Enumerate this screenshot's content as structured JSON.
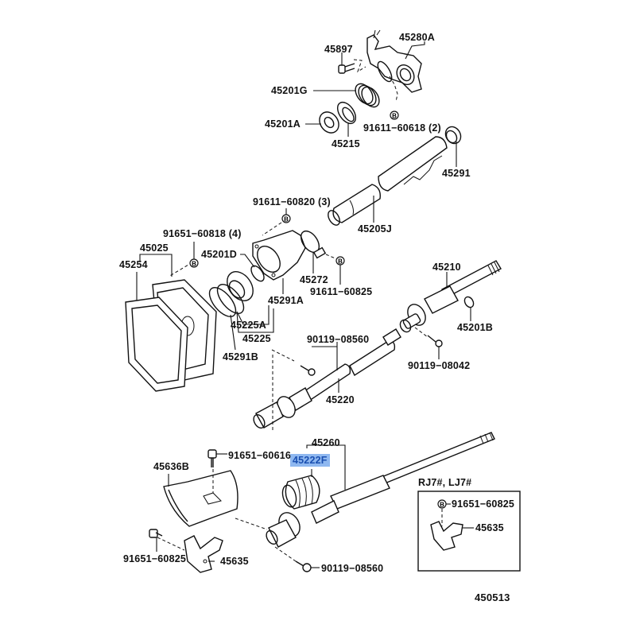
{
  "diagram": {
    "title_code": "450513",
    "highlight_color": "#8fb8f0",
    "labels": [
      {
        "id": "45280A",
        "text": "45280A"
      },
      {
        "id": "45897",
        "text": "45897"
      },
      {
        "id": "45201G",
        "text": "45201G"
      },
      {
        "id": "45201A",
        "text": "45201A"
      },
      {
        "id": "45215",
        "text": "45215"
      },
      {
        "id": "91611-60618",
        "text": "91611−60618 (2)"
      },
      {
        "id": "45291",
        "text": "45291"
      },
      {
        "id": "91611-60820",
        "text": "91611−60820 (3)"
      },
      {
        "id": "45205J",
        "text": "45205J"
      },
      {
        "id": "91651-60818",
        "text": "91651−60818 (4)"
      },
      {
        "id": "45025",
        "text": "45025"
      },
      {
        "id": "45254",
        "text": "45254"
      },
      {
        "id": "45201D",
        "text": "45201D"
      },
      {
        "id": "45272",
        "text": "45272"
      },
      {
        "id": "91611-60825",
        "text": "91611−60825"
      },
      {
        "id": "45291A",
        "text": "45291A"
      },
      {
        "id": "45225A",
        "text": "45225A"
      },
      {
        "id": "45225",
        "text": "45225"
      },
      {
        "id": "45291B",
        "text": "45291B"
      },
      {
        "id": "45210",
        "text": "45210"
      },
      {
        "id": "45201B",
        "text": "45201B"
      },
      {
        "id": "90119-08042",
        "text": "90119−08042"
      },
      {
        "id": "90119-08560-upper",
        "text": "90119−08560"
      },
      {
        "id": "45220",
        "text": "45220"
      },
      {
        "id": "45260",
        "text": "45260"
      },
      {
        "id": "45222F",
        "text": "45222F",
        "highlighted": true
      },
      {
        "id": "91651-60616",
        "text": "91651−60616"
      },
      {
        "id": "45636B",
        "text": "45636B"
      },
      {
        "id": "91651-60825-lower",
        "text": "91651−60825"
      },
      {
        "id": "45635-lower",
        "text": "45635"
      },
      {
        "id": "90119-08560-lower",
        "text": "90119−08560"
      },
      {
        "id": "inset-variant",
        "text": "RJ7#, LJ7#"
      },
      {
        "id": "91651-60825-inset",
        "text": "91651−60825"
      },
      {
        "id": "45635-inset",
        "text": "45635"
      }
    ],
    "bolt_marker": "B"
  }
}
